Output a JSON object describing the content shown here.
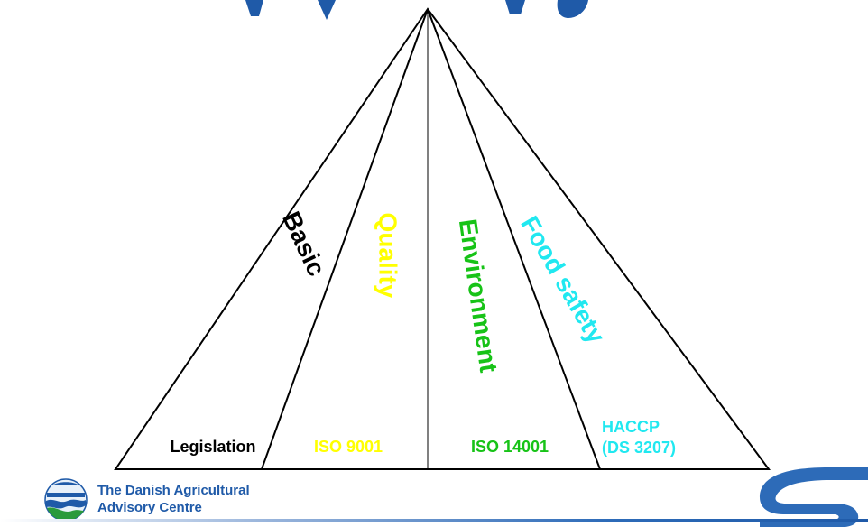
{
  "pyramid": {
    "segments": [
      {
        "id": "basic",
        "label": "Basic",
        "base_label": "Legislation",
        "label_color": "#000000",
        "base_color": "#000000"
      },
      {
        "id": "quality",
        "label": "Quality",
        "base_label": "ISO 9001",
        "label_color": "#ffff00",
        "base_color": "#ffff00"
      },
      {
        "id": "environment",
        "label": "Environment",
        "base_label": "ISO 14001",
        "label_color": "#17c317",
        "base_color": "#17c317"
      },
      {
        "id": "food-safety",
        "label": "Food safety",
        "base_label_lines": [
          "HACCP",
          "(DS 3207)"
        ],
        "label_color": "#20e8f0",
        "base_color": "#20e8f0"
      }
    ]
  },
  "footer": {
    "organisation": [
      "The Danish Agricultural",
      "Advisory Centre"
    ],
    "accent_color": "#1f5aa8"
  },
  "icons": {
    "left_logo": "danish-agricultural-advisory-centre-logo",
    "right_logo": "blue-s-logo"
  }
}
